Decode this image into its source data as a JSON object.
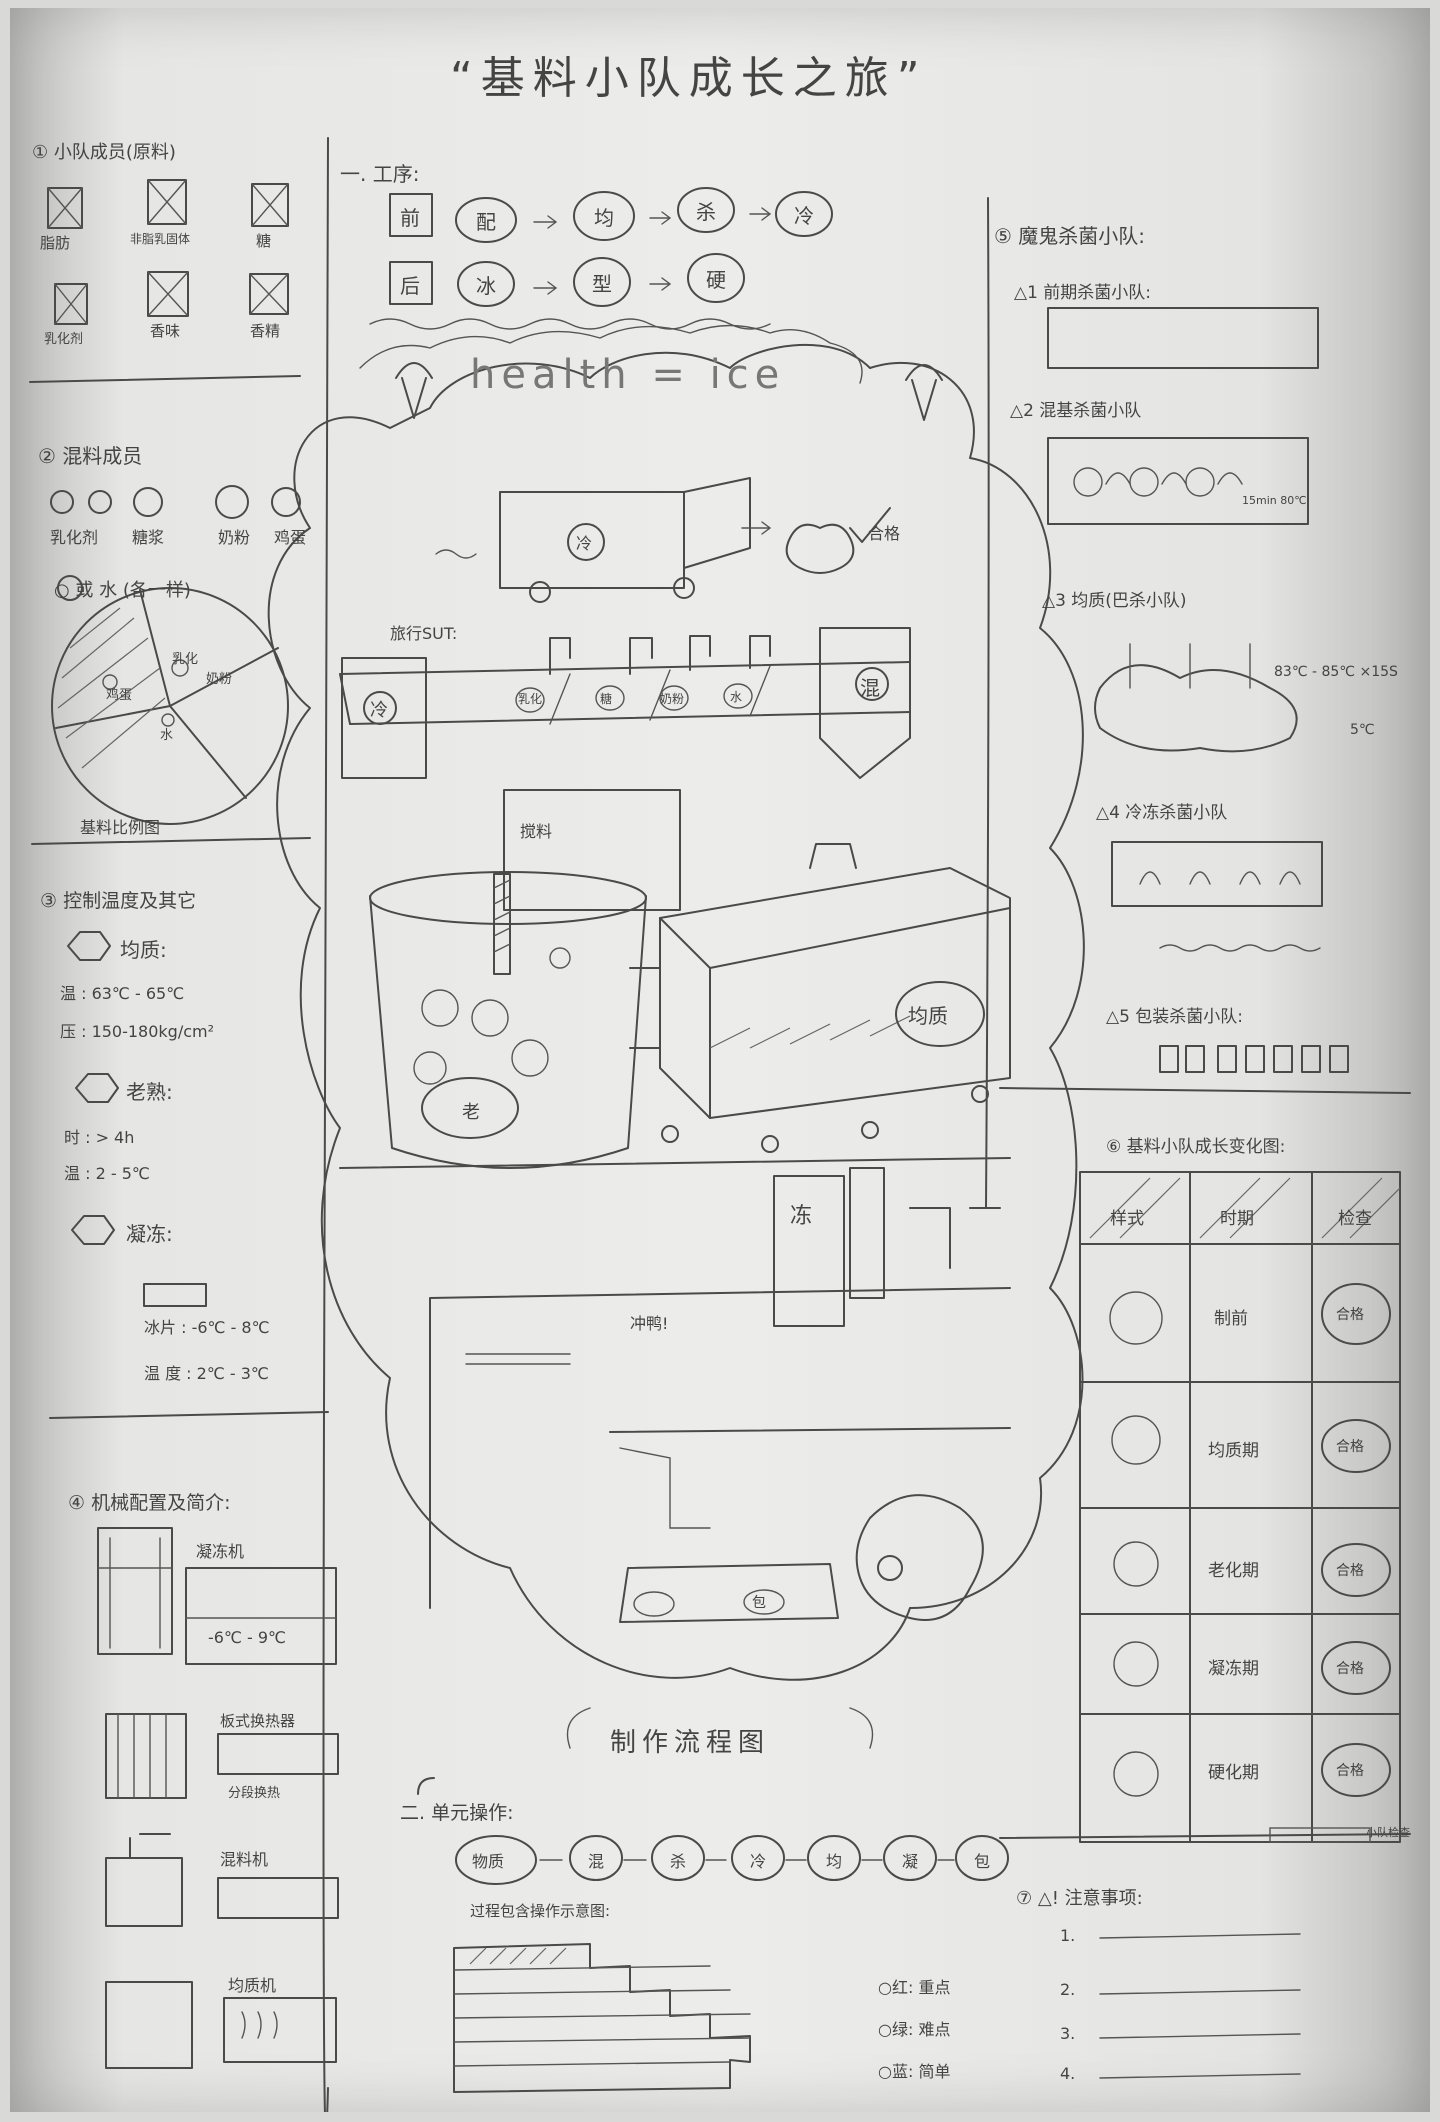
{
  "title": "“基料小队成长之旅”",
  "left": {
    "s1_title": "① 小队成员(原料)",
    "s1_items": [
      "脂肪",
      "非脂乳固体",
      "糖",
      "乳化剂",
      "香味",
      "香精"
    ],
    "s2_title": "② 混料成员",
    "s2_items": [
      "乳化剂",
      "糖浆",
      "奶粉",
      "鸡蛋"
    ],
    "s2_water": "○ 或 水 (各一样)",
    "pie_labels": [
      "乳化",
      "鸡蛋",
      "奶粉",
      "水"
    ],
    "pie_caption": "基料比例图",
    "s3_title": "③ 控制温度及其它",
    "homog_title": "均质:",
    "homog_temp": "温 : 63℃ - 65℃",
    "homog_press": "压 : 150-180kg/cm²",
    "age_title": "老熟:",
    "age_time": "时 : > 4h",
    "age_temp": "温 : 2 - 5℃",
    "freeze_title": "凝冻:",
    "freeze_a": "冰片 : -6℃ - 8℃",
    "freeze_b": "温 度 : 2℃ - 3℃",
    "s4_title": "④ 机械配置及简介:",
    "m1": "凝冻机",
    "m1_spec": "-6℃ - 9℃",
    "m2": "板式换热器",
    "m2_spec": "分段换热",
    "m3": "混料机",
    "m4": "均质机"
  },
  "center": {
    "s1_title": "一. 工序:",
    "row1": [
      "前",
      "配",
      "均",
      "杀",
      "冷"
    ],
    "row2": [
      "后",
      "冰",
      "型",
      "硬"
    ],
    "banner": "health = ice",
    "pipe_label": "旅行SUT:",
    "tank_labels": [
      "乳化",
      "糖",
      "奶粉",
      "水"
    ],
    "cool_label": "冷",
    "mix_label": "混",
    "stir_label": "搅料",
    "age_label": "老",
    "homog_label": "均质",
    "pass_label": "合格",
    "freeze_label": "冻",
    "jump_label": "冲鸭!",
    "pack_label": "包",
    "caption": "制作流程图",
    "s2_title": "二. 单元操作:",
    "ops": [
      "物质",
      "混",
      "杀",
      "冷",
      "均",
      "凝",
      "包"
    ],
    "ops_note": "过程包含操作示意图:",
    "legend": [
      "○红: 重点",
      "○绿: 难点",
      "○蓝: 简单"
    ]
  },
  "right": {
    "s5_title": "⑤ 魔鬼杀菌小队:",
    "a1": "△1 前期杀菌小队:",
    "a2": "△2 混基杀菌小队",
    "a2_spec": "15min 80℃",
    "a3": "△3 均质(巴杀小队)",
    "a3_spec": "83℃ - 85℃ ×15S",
    "a3_end": "5℃",
    "a4": "△4 冷冻杀菌小队",
    "a5": "△5 包装杀菌小队:",
    "s6_title": "⑥ 基料小队成长变化图:",
    "table_head": [
      "样式",
      "时期",
      "检查"
    ],
    "table_rows": [
      {
        "period": "制前",
        "check": "合格"
      },
      {
        "period": "均质期",
        "check": "合格"
      },
      {
        "period": "老化期",
        "check": "合格"
      },
      {
        "period": "凝冻期",
        "check": "合格"
      },
      {
        "period": "硬化期",
        "check": "合格"
      }
    ],
    "table_note": "小队检查",
    "s7_title": "⑦ △! 注意事项:",
    "notes": [
      "1.",
      "2.",
      "3.",
      "4."
    ]
  }
}
